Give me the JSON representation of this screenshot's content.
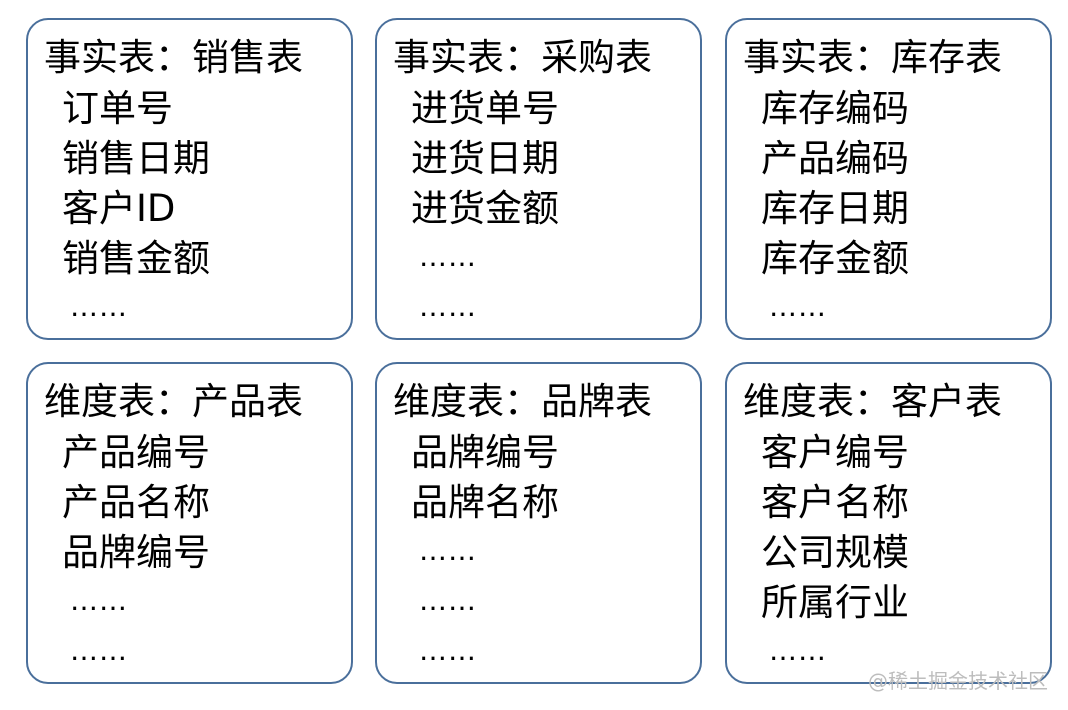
{
  "tables": [
    {
      "title": "事实表：销售表",
      "items": [
        "订单号",
        "销售日期",
        "客户ID",
        "销售金额",
        "……"
      ]
    },
    {
      "title": "事实表：采购表",
      "items": [
        "进货单号",
        "进货日期",
        "进货金额",
        "……",
        "……"
      ]
    },
    {
      "title": "事实表：库存表",
      "items": [
        "库存编码",
        "产品编码",
        "库存日期",
        "库存金额",
        "……"
      ]
    },
    {
      "title": "维度表：产品表",
      "items": [
        "产品编号",
        "产品名称",
        "品牌编号",
        "……",
        "……"
      ]
    },
    {
      "title": "维度表：品牌表",
      "items": [
        "品牌编号",
        "品牌名称",
        "……",
        "……",
        "……"
      ]
    },
    {
      "title": "维度表：客户表",
      "items": [
        "客户编号",
        "客户名称",
        "公司规模",
        "所属行业",
        "……"
      ]
    }
  ],
  "watermark": "@稀土掘金技术社区",
  "colors": {
    "border": "#4a6f9b"
  }
}
